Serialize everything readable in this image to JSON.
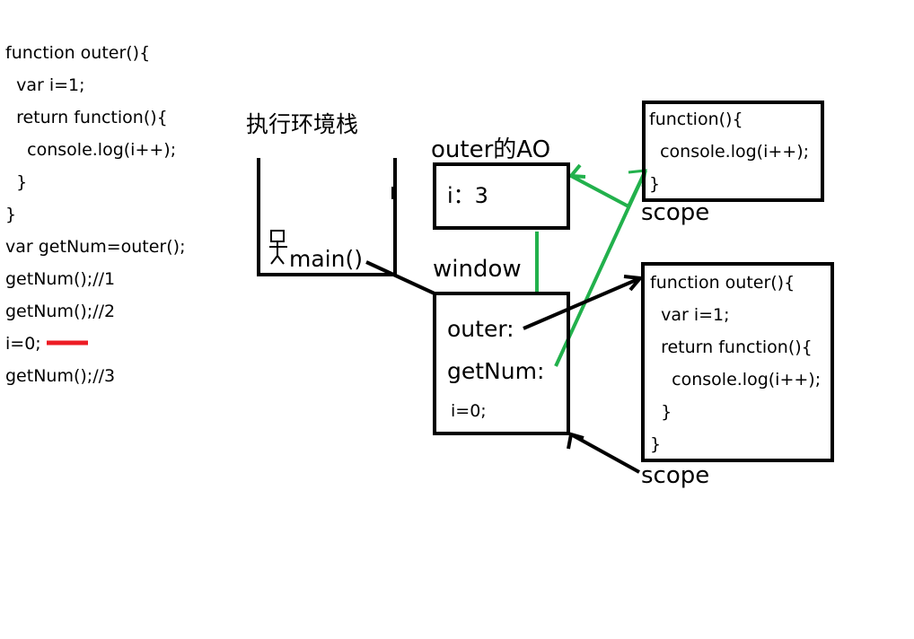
{
  "code": {
    "lines": [
      "function outer(){",
      "  var i=1;",
      "  return function(){",
      "    console.log(i++);",
      "  }",
      "}",
      "var getNum=outer();",
      "getNum();//1",
      "getNum();//2",
      "i=0;",
      "getNum();//3"
    ]
  },
  "stack": {
    "title": "执行环境栈",
    "entry": "main()"
  },
  "outer_ao": {
    "title": "outer的AO",
    "content": "i：3"
  },
  "window": {
    "title": "window",
    "items": [
      "outer:",
      "getNum:",
      "i=0;"
    ]
  },
  "inner_function": {
    "lines": [
      "function(){",
      "  console.log(i++);",
      "}"
    ],
    "scope_label": "scope"
  },
  "outer_function": {
    "lines": [
      "function outer(){",
      "  var i=1;",
      "  return function(){",
      "    console.log(i++);",
      "  }",
      "}"
    ],
    "scope_label": "scope"
  },
  "colors": {
    "black": "#000000",
    "green": "#22b14c",
    "red": "#ed1c24"
  }
}
